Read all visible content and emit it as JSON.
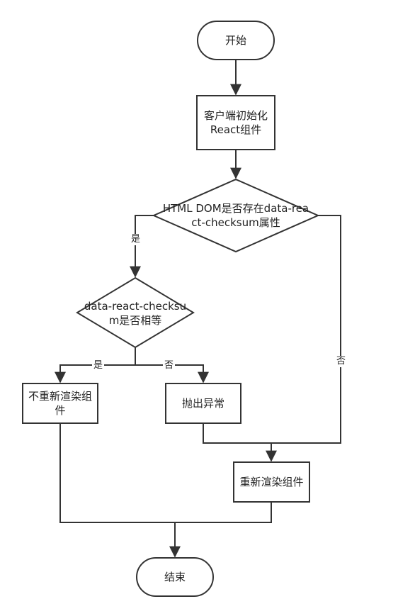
{
  "nodes": {
    "start": "开始",
    "init": "客户端初始化React组件",
    "check_attr": "HTML DOM是否存在data-react-checksum属性",
    "check_equal": "data-react-checksum是否相等",
    "no_rerender": "不重新渲染组件",
    "throw": "抛出异常",
    "rerender": "重新渲染组件",
    "end": "结束"
  },
  "edges": {
    "attr_yes": "是",
    "attr_no": "否",
    "equal_yes": "是",
    "equal_no": "否"
  },
  "colors": {
    "stroke": "#333333",
    "fill": "#ffffff",
    "text": "#222222"
  }
}
